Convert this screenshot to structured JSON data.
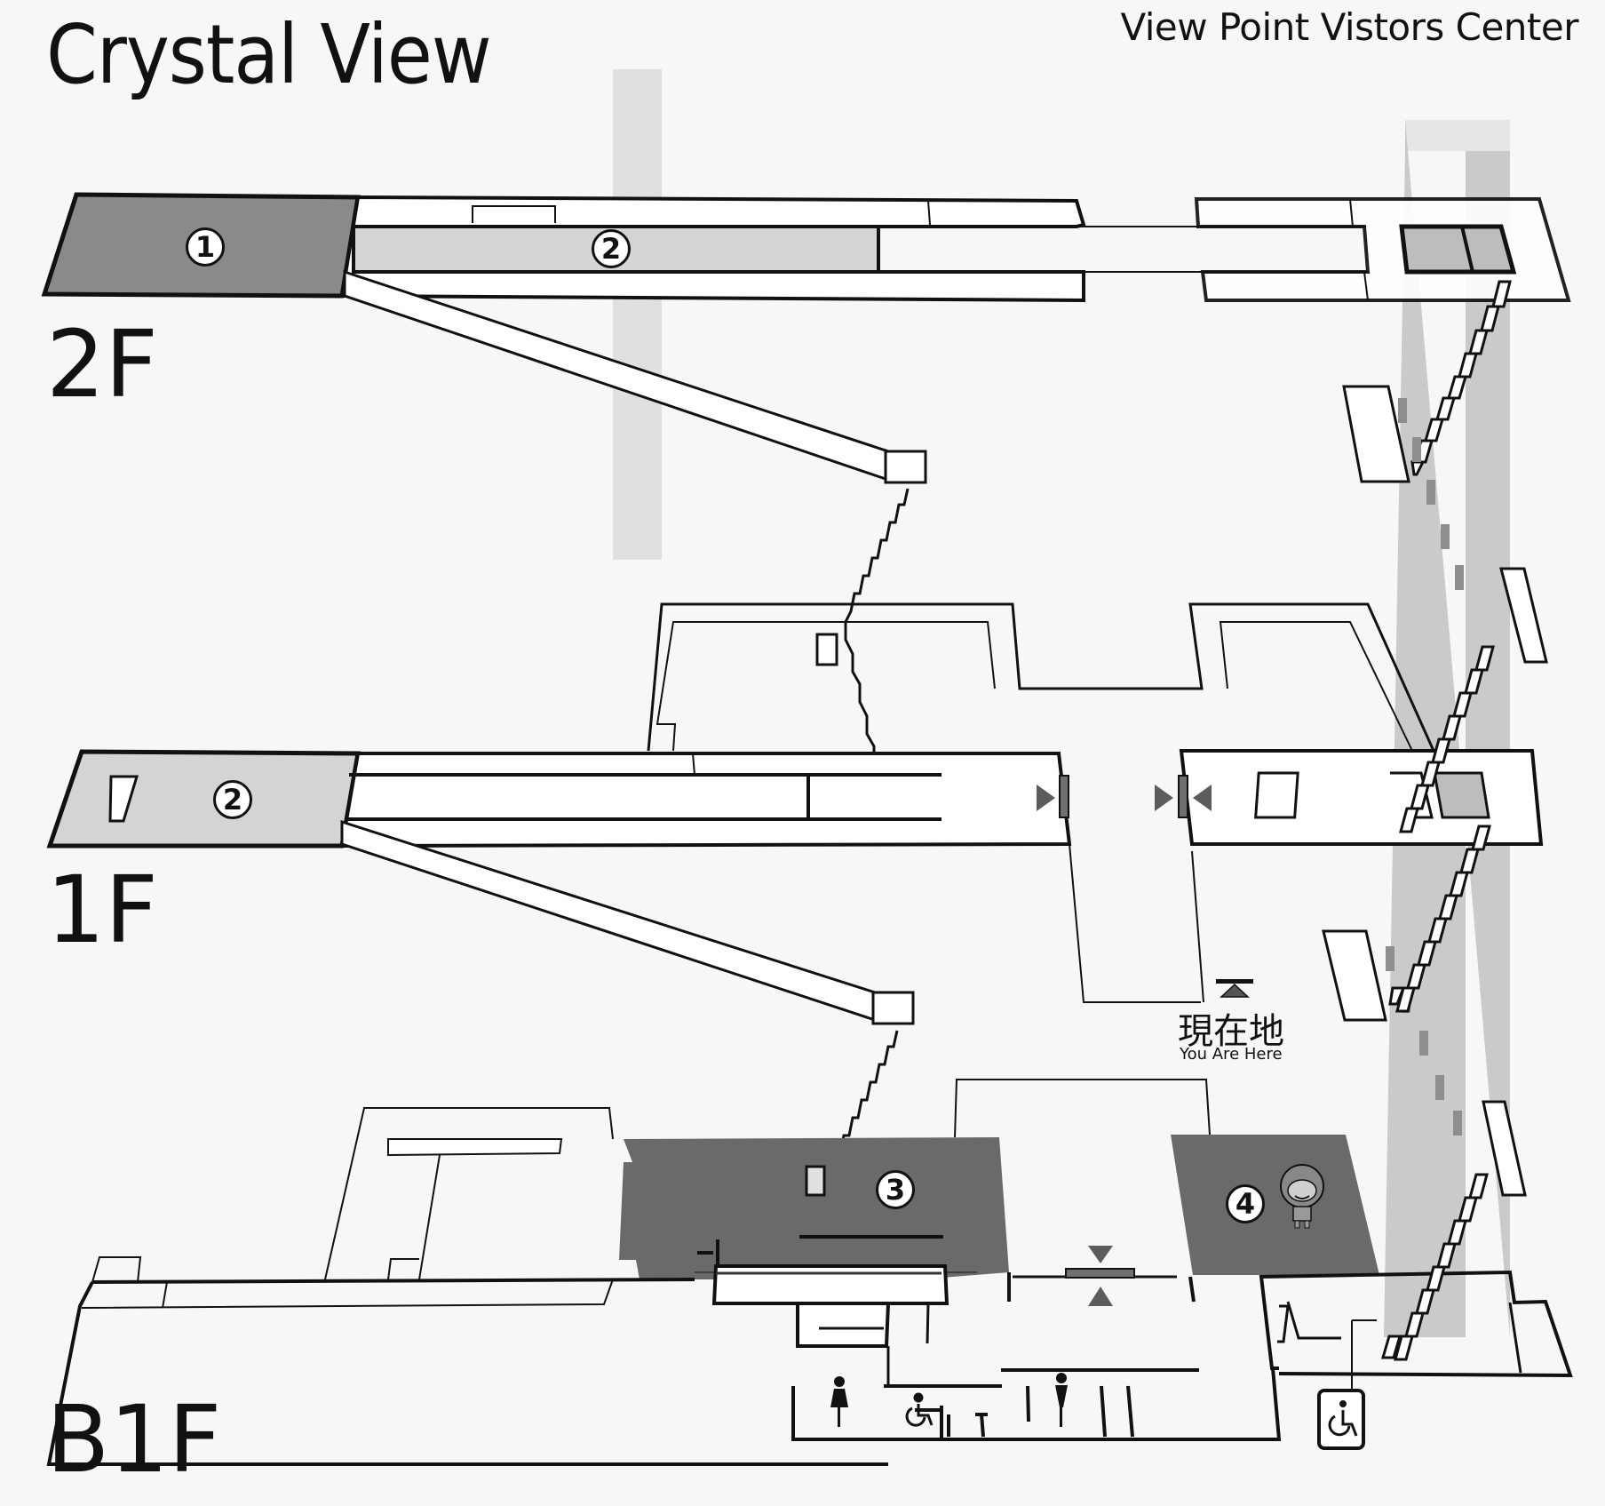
{
  "header": {
    "title": "Crystal View",
    "subtitle": "View Point Vistors Center"
  },
  "floors": [
    {
      "id": "2F",
      "label": "2F"
    },
    {
      "id": "1F",
      "label": "1F"
    },
    {
      "id": "B1F",
      "label": "B1F"
    }
  ],
  "areas": [
    {
      "number": "1",
      "floor": "2F",
      "shade": "dark-gray"
    },
    {
      "number": "2",
      "floor": "2F",
      "shade": "light-gray"
    },
    {
      "number": "2",
      "floor": "1F",
      "shade": "light-gray"
    },
    {
      "number": "3",
      "floor": "B1F",
      "shade": "dark-gray"
    },
    {
      "number": "4",
      "floor": "B1F",
      "shade": "dark-gray"
    }
  ],
  "you_are_here": {
    "label_jp": "現在地",
    "label_en": "You Are Here",
    "icon": "location-triangle-icon"
  },
  "facilities": [
    {
      "type": "womens-restroom-icon",
      "floor": "B1F"
    },
    {
      "type": "wheelchair-accessible-icon",
      "floor": "B1F"
    },
    {
      "type": "mens-restroom-icon",
      "floor": "B1F"
    },
    {
      "type": "accessible-elevator-icon",
      "floor": "B1F"
    }
  ],
  "markers": [
    {
      "type": "entrance-door-icon",
      "floor": "1F"
    },
    {
      "type": "entrance-door-icon",
      "floor": "1F"
    },
    {
      "type": "entrance-door-icon",
      "floor": "B1F"
    },
    {
      "type": "mascot-icon",
      "floor": "B1F"
    }
  ],
  "colors": {
    "dark_area": "#6a6a6a",
    "light_area": "#cfcfcf",
    "tower": "#bdbdbd",
    "door": "#707070",
    "line": "#111111"
  }
}
